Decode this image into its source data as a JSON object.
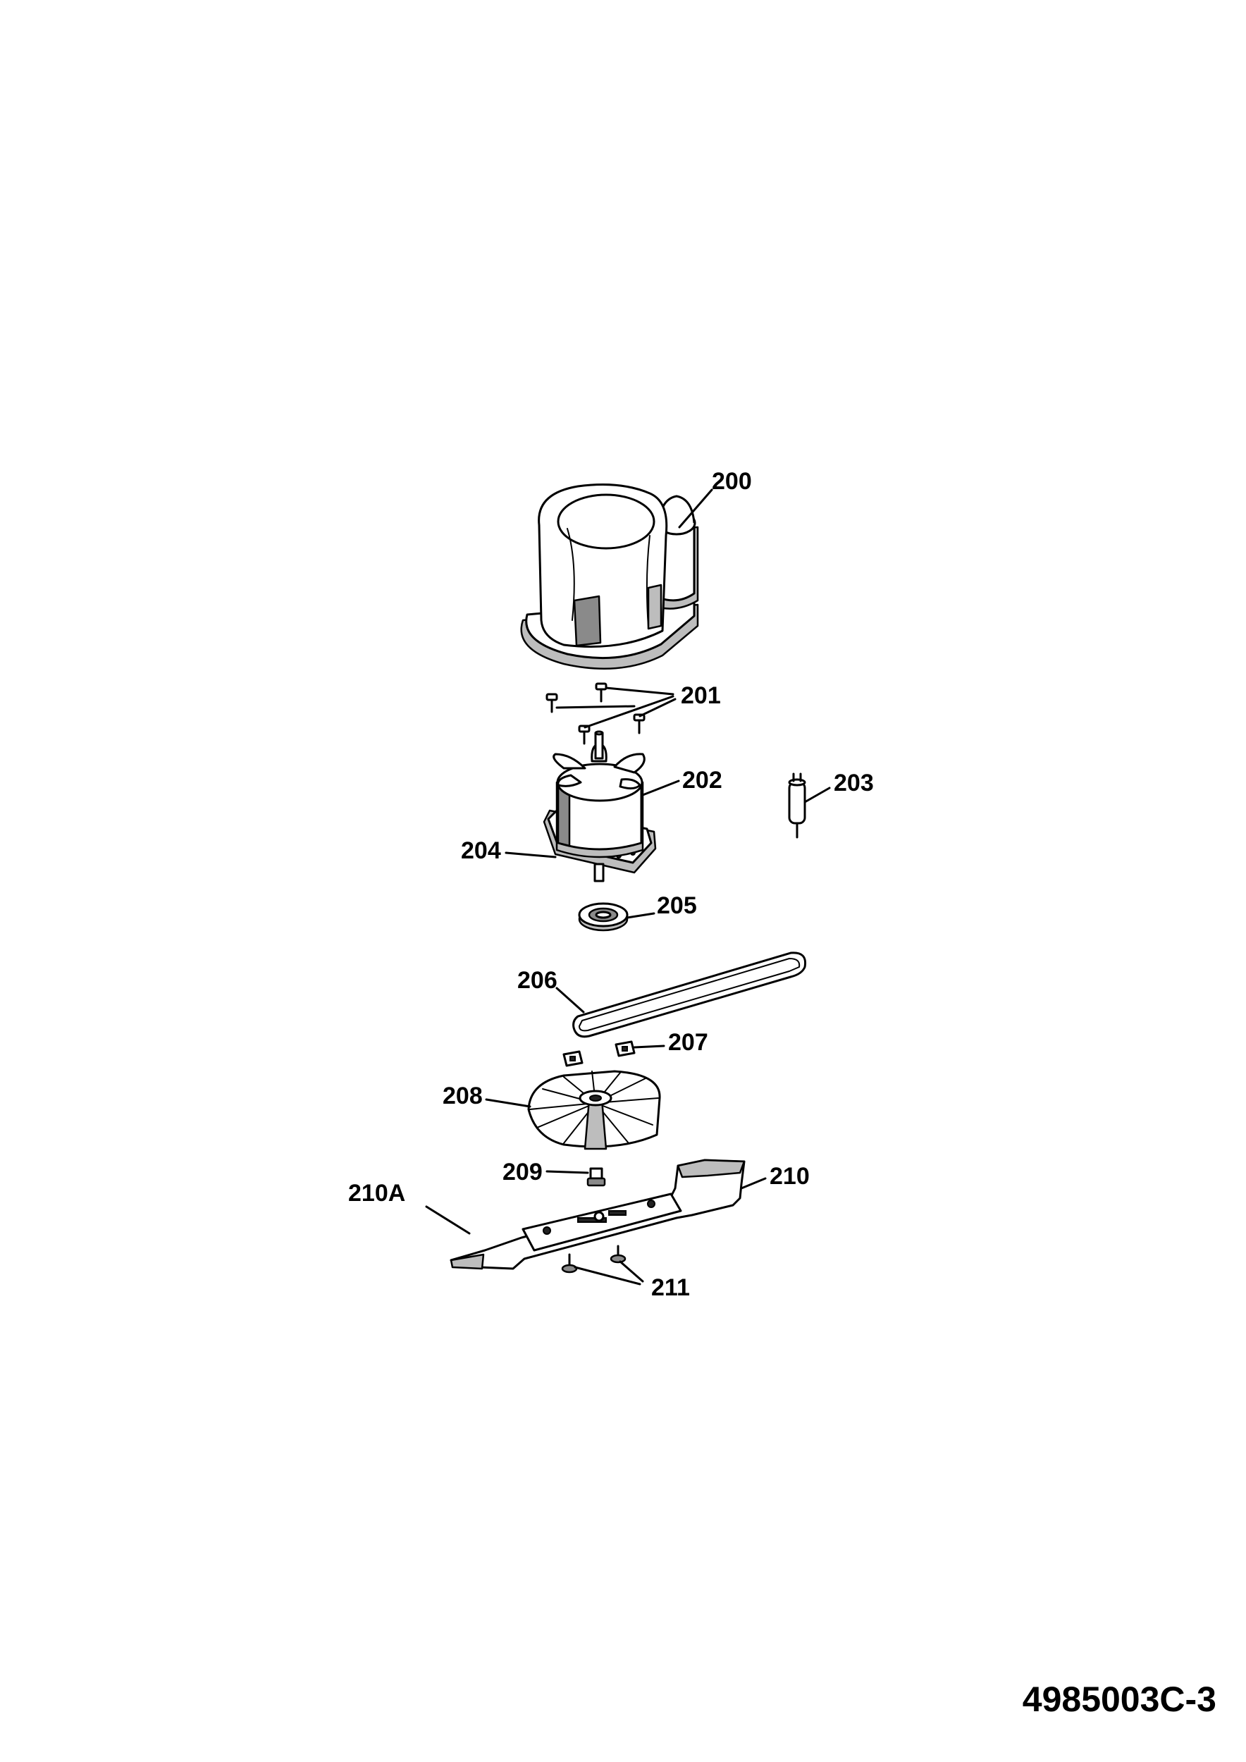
{
  "diagram": {
    "part_labels": {
      "p200": "200",
      "p201": "201",
      "p202": "202",
      "p203": "203",
      "p204": "204",
      "p205": "205",
      "p206": "206",
      "p207": "207",
      "p208": "208",
      "p209": "209",
      "p210": "210",
      "p210A": "210A",
      "p211": "211"
    },
    "document_number": "4985003C-3"
  }
}
